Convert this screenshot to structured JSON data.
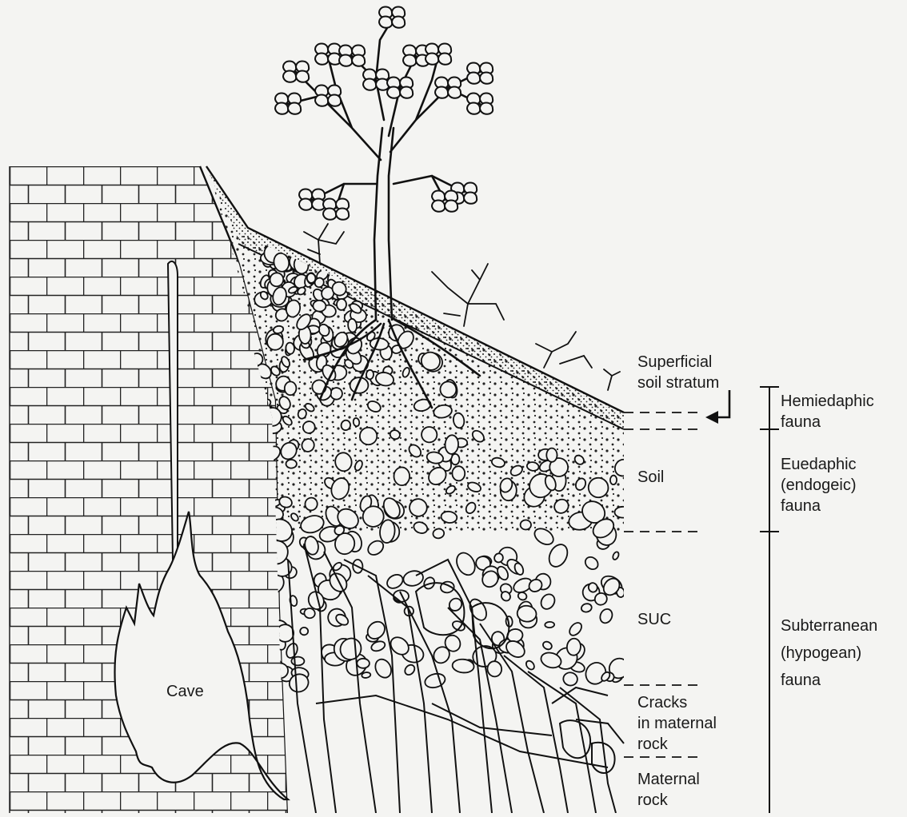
{
  "diagram": {
    "strata_labels": {
      "superficial": "Superficial\nsoil stratum",
      "soil": "Soil",
      "suc": "SUC",
      "cracks": "Cracks\nin maternal\nrock",
      "maternal": "Maternal\nrock"
    },
    "fauna_labels": {
      "hemiedaphic": "Hemiedaphic\nfauna",
      "euedaphic": "Euedaphic\n(endogeic)\nfauna",
      "subterranean": "Subterranean\n(hypogean)\nfauna"
    },
    "cave_label": "Cave"
  }
}
